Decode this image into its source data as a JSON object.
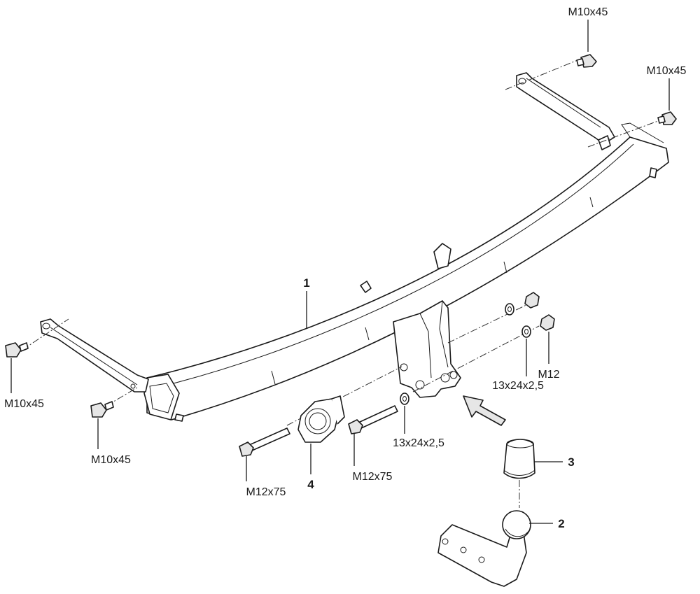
{
  "labels": {
    "bolt_top_1": "M10x45",
    "bolt_top_2": "M10x45",
    "bolt_left_1": "M10x45",
    "bolt_left_2": "M10x45",
    "nut": "M12",
    "washer_right": "13x24x2,5",
    "washer_center": "13x24x2,5",
    "bolt_center": "M12x75",
    "bolt_left": "M12x75"
  },
  "callouts": {
    "crossbar": "1",
    "tow_ball": "2",
    "ball_cover": "3",
    "socket_plate": "4"
  }
}
